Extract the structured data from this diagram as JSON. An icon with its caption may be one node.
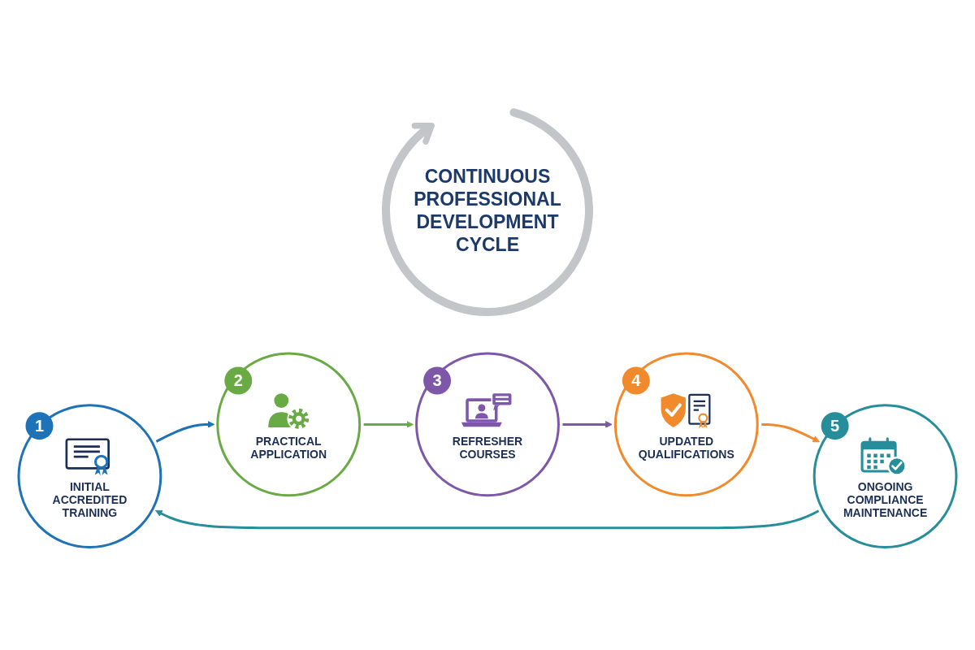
{
  "diagram": {
    "title": "CONTINUOUS PROFESSIONAL DEVELOPMENT CYCLE",
    "nodes": [
      {
        "text": [
          "1",
          "INITIAL ACCREDITED TRAINING"
        ]
      },
      {
        "text": [
          "2",
          "PRACTICAL APPLICATION"
        ]
      },
      {
        "text": [
          "3",
          "REFRESHER COURSES"
        ]
      },
      {
        "text": [
          "4",
          "UPDATED QUALIFICATIONS"
        ]
      },
      {
        "text": [
          "5",
          "ONGOING COMPLIANCE MAINTENANCE"
        ]
      }
    ],
    "edges": [
      {
        "from": 0,
        "to": 1,
        "arrow": "to",
        "color": "#1d72b8"
      },
      {
        "from": 1,
        "to": 2,
        "arrow": "to",
        "color": "#6aaa45"
      },
      {
        "from": 2,
        "to": 3,
        "arrow": "to",
        "color": "#7d57a8"
      },
      {
        "from": 3,
        "to": 4,
        "arrow": "to",
        "color": "#f08a2c"
      },
      {
        "from": 4,
        "to": 0,
        "arrow": "to",
        "color": "#268d9b"
      }
    ]
  }
}
